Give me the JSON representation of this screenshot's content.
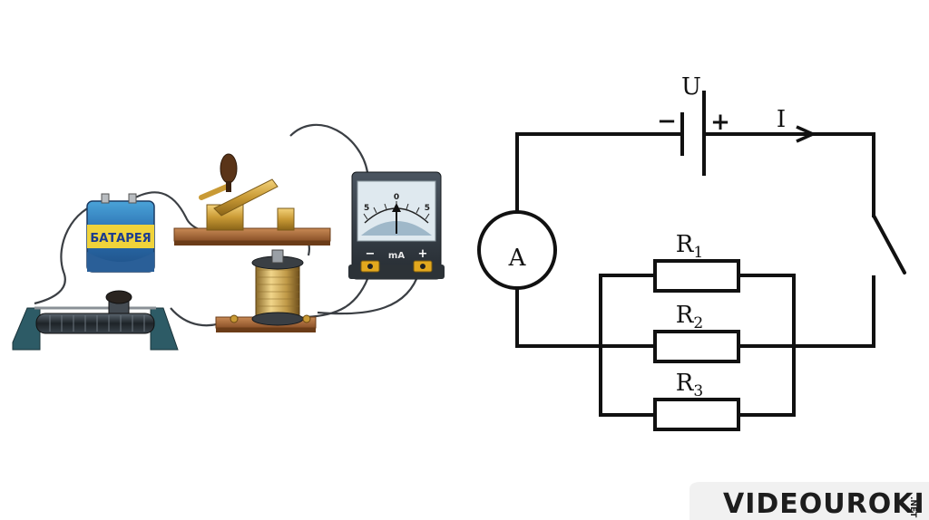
{
  "apparatus": {
    "battery_label": "БАТАРЕЯ",
    "meter_scale": [
      "5",
      "0",
      "5"
    ],
    "meter_unit": "mA",
    "meter_minus": "−",
    "meter_plus": "+"
  },
  "circuit": {
    "voltage_label": "U",
    "current_label": "I",
    "ammeter_label": "A",
    "battery_minus": "−",
    "battery_plus": "+",
    "resistors": [
      {
        "letter": "R",
        "index": "1"
      },
      {
        "letter": "R",
        "index": "2"
      },
      {
        "letter": "R",
        "index": "3"
      }
    ]
  },
  "watermark": {
    "text": "VIDEOUROKI",
    "suffix": ".NET"
  }
}
